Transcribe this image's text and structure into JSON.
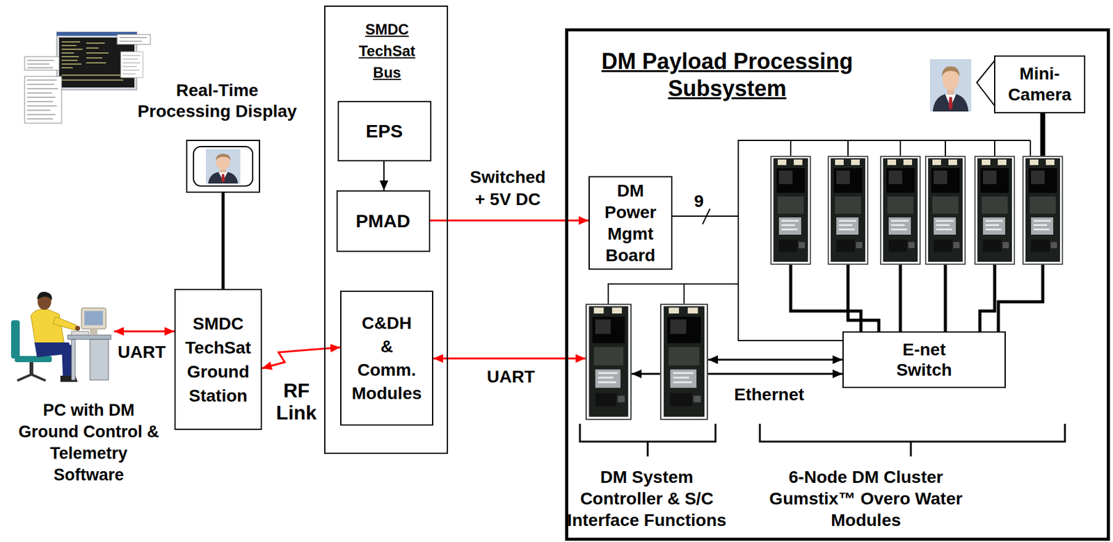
{
  "diagram": {
    "nodes": [
      {
        "text": [
          "PC with DM Ground Control & Telemetry Software"
        ]
      },
      {
        "text": [
          "Real-Time Processing Display"
        ]
      },
      {
        "text": [
          "SMDC TechSat Ground Station"
        ]
      },
      {
        "text": [
          "SMDC TechSat Bus"
        ]
      },
      {
        "text": [
          "EPS"
        ],
        "in": 3
      },
      {
        "text": [
          "PMAD"
        ],
        "in": 3
      },
      {
        "text": [
          "C&DH & Comm. Modules"
        ],
        "in": 3
      },
      {
        "text": [
          "DM Payload Processing Subsystem"
        ]
      },
      {
        "text": [
          "Mini-Camera"
        ],
        "in": 7
      },
      {
        "text": [
          "DM Power Mgmt Board"
        ],
        "in": 7
      },
      {
        "text": [
          "6-Node DM Cluster Gumstix™ Overo Water Modules"
        ],
        "in": 7
      },
      {
        "text": [
          "DM System Controller & S/C Interface Functions"
        ],
        "in": 7
      },
      {
        "text": [
          "E-net Switch"
        ],
        "in": 7
      }
    ],
    "edges": [
      {
        "from": 0,
        "to": 2,
        "arrow": "both",
        "label": "UART"
      },
      {
        "from": 1,
        "to": 2,
        "arrow": "none"
      },
      {
        "from": 2,
        "to": 6,
        "arrow": "both",
        "label": "RF Link"
      },
      {
        "from": 4,
        "to": 5,
        "arrow": "to"
      },
      {
        "from": 5,
        "to": 9,
        "arrow": "to",
        "label": "Switched + 5V DC"
      },
      {
        "from": 6,
        "to": 11,
        "arrow": "both",
        "label": "UART"
      },
      {
        "from": 11,
        "to": 12,
        "arrow": "both",
        "label": "Ethernet"
      },
      {
        "from": 8,
        "to": 10,
        "arrow": "none"
      },
      {
        "from": 9,
        "to": 10,
        "arrow": "none",
        "label": "9"
      },
      {
        "from": 10,
        "to": 12,
        "arrow": "none"
      },
      {
        "from": 9,
        "to": 11,
        "arrow": "none"
      },
      {
        "from": 9,
        "to": 12,
        "arrow": "none"
      }
    ]
  }
}
